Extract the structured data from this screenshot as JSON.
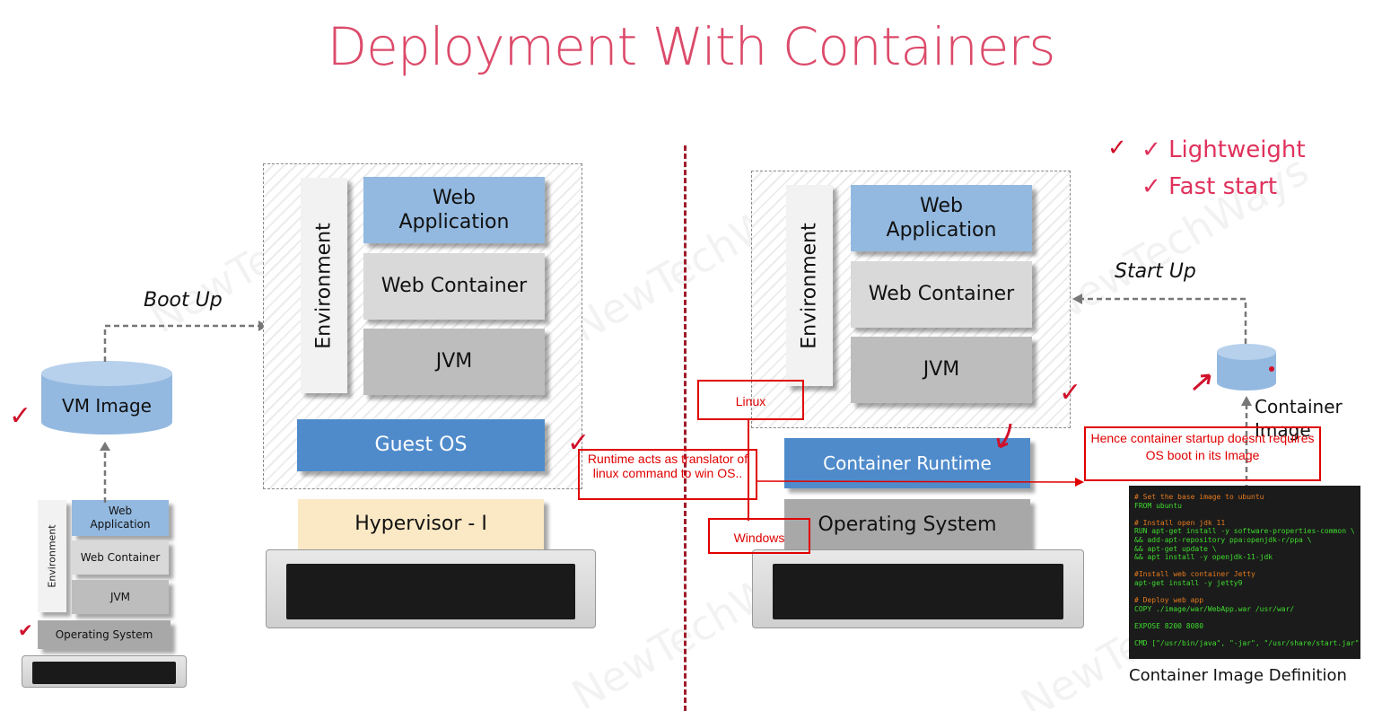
{
  "title": "Deployment With Containers",
  "watermark": "NewTechWays",
  "colors": {
    "title": "#dc4a6a",
    "annotation_red": "#e00000",
    "web_application": "#93b9e0",
    "guest_os": "#4f8bcb",
    "hypervisor": "#fbe8c4",
    "code_comment": "#e57a1e",
    "code_text": "#3fdc2e"
  },
  "left_panel": {
    "small_stack": {
      "environment": "Environment",
      "web_application": "Web Application",
      "web_container": "Web Container",
      "jvm": "JVM",
      "operating_system": "Operating System"
    },
    "vm_image": "VM Image",
    "boot_up": "Boot Up",
    "vm_stack": {
      "environment": "Environment",
      "web_application": "Web Application",
      "web_container": "Web Container",
      "jvm": "JVM",
      "guest_os": "Guest OS"
    },
    "hypervisor": "Hypervisor - I"
  },
  "right_panel": {
    "benefits": [
      "Lightweight",
      "Fast start"
    ],
    "start_up": "Start Up",
    "container_stack": {
      "environment": "Environment",
      "web_application": "Web Application",
      "web_container": "Web Container",
      "jvm": "JVM"
    },
    "container_runtime": "Container Runtime",
    "operating_system": "Operating System",
    "container_image": "Container Image",
    "image_definition_caption": "Container Image Definition",
    "dockerfile": [
      {
        "type": "comment",
        "text": "# Set the base image to ubuntu"
      },
      {
        "type": "code",
        "text": "FROM ubuntu"
      },
      {
        "type": "blank",
        "text": ""
      },
      {
        "type": "comment",
        "text": "# Install open jdk 11"
      },
      {
        "type": "code",
        "text": "RUN apt-get install -y software-properties-common \\"
      },
      {
        "type": "code",
        "text": "&& add-apt-repository ppa:openjdk-r/ppa \\"
      },
      {
        "type": "code",
        "text": "&& apt-get update \\"
      },
      {
        "type": "code",
        "text": "&& apt install -y openjdk-11-jdk"
      },
      {
        "type": "blank",
        "text": ""
      },
      {
        "type": "comment",
        "text": "#Install web container Jetty"
      },
      {
        "type": "code",
        "text": "apt-get install -y jetty9"
      },
      {
        "type": "blank",
        "text": ""
      },
      {
        "type": "comment",
        "text": "# Deploy web app"
      },
      {
        "type": "code",
        "text": "COPY ./image/war/WebApp.war /usr/war/"
      },
      {
        "type": "blank",
        "text": ""
      },
      {
        "type": "code",
        "text": "EXPOSE 8200 8080"
      },
      {
        "type": "blank",
        "text": ""
      },
      {
        "type": "code",
        "text": "CMD [\"/usr/bin/java\", \"-jar\", \"/usr/share/start.jar\"]"
      }
    ]
  },
  "annotations": {
    "linux": "Linux",
    "windows": "Windows",
    "runtime_note": "Runtime acts as translator of linux command to win OS..",
    "startup_note": "Hence container startup doesnt requires OS boot in its Image"
  }
}
